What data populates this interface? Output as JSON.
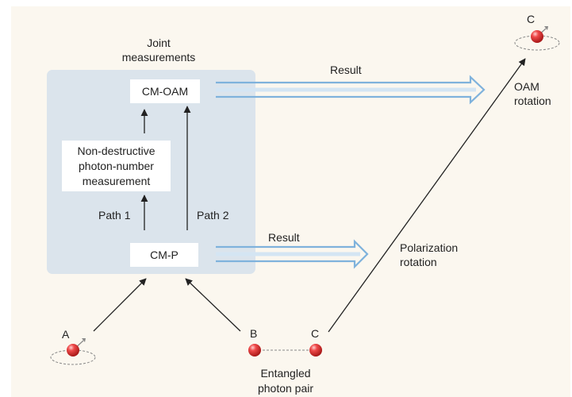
{
  "panel": {
    "title_line1": "Joint",
    "title_line2": "measurements"
  },
  "nodes": {
    "cm_oam": "CM-OAM",
    "non_destructive_line1": "Non-destructive",
    "non_destructive_line2": "photon-number",
    "non_destructive_line3": "measurement",
    "cm_p": "CM-P"
  },
  "paths": {
    "path1": "Path 1",
    "path2": "Path 2"
  },
  "results": {
    "top": "Result",
    "bottom": "Result"
  },
  "rotations": {
    "oam_line1": "OAM",
    "oam_line2": "rotation",
    "polarization_line1": "Polarization",
    "polarization_line2": "rotation"
  },
  "photons": {
    "a": "A",
    "b": "B",
    "c_bottom": "C",
    "c_top": "C"
  },
  "pair": {
    "line1": "Entangled",
    "line2": "photon pair"
  },
  "colors": {
    "background": "#fbf7ef",
    "panel": "#dbe4ec",
    "result_arrow": "#7fb2dc",
    "photon": "#e03a3a"
  }
}
